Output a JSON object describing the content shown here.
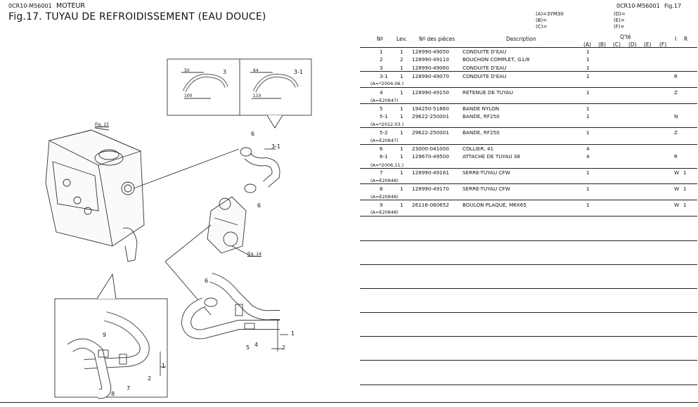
{
  "header": {
    "code_left": "0CR10-M56001",
    "section": "MOTEUR",
    "code_right": "0CR10-M56001",
    "fig_ref": "Fig.17",
    "title": "Fig.17.  TUYAU DE REFROIDISSEMENT (EAU DOUCE)"
  },
  "legend": {
    "a": "(A)=3YM30",
    "b": "(B)=",
    "c": "(C)=",
    "d": "(D)=",
    "e": "(E)=",
    "f": "(F)="
  },
  "columns": {
    "no": "Nº",
    "lev": "Lev.",
    "part_no": "Nº des pièces",
    "description": "Description",
    "qty": "Q'té",
    "a": "(A)",
    "b": "(B)",
    "c": "(C)",
    "d": "(D)",
    "e": "(E)",
    "f": "(F)",
    "i": "I",
    "r": "R"
  },
  "rows": [
    {
      "no": "1",
      "lev": "1",
      "part": "128990-49050",
      "desc": "CONDUITE D'EAU",
      "qa": "1",
      "i": "",
      "r": ""
    },
    {
      "no": "2",
      "lev": "2",
      "part": "128990-49110",
      "desc": "BOUCHON COMPLET, G1/8",
      "qa": "1",
      "i": "",
      "r": ""
    },
    {
      "no": "3",
      "lev": "1",
      "part": "128990-49060",
      "desc": "CONDUITE D'EAU",
      "qa": "1",
      "i": "",
      "r": ""
    },
    {
      "no": "3-1",
      "lev": "1",
      "part": "128990-49070",
      "desc": "CONDUITE D'EAU",
      "qa": "1",
      "i": "R",
      "r": ""
    },
    {
      "no": "4",
      "lev": "1",
      "part": "128990-49150",
      "desc": "RETENUE DE TUYAU",
      "qa": "1",
      "i": "Z",
      "r": ""
    },
    {
      "no": "5",
      "lev": "1",
      "part": "194250-51660",
      "desc": "BANDE NYLON",
      "qa": "1",
      "i": "",
      "r": ""
    },
    {
      "no": "5-1",
      "lev": "1",
      "part": "29622-250001",
      "desc": "BANDE, RF250",
      "qa": "1",
      "i": "N",
      "r": ""
    },
    {
      "no": "5-2",
      "lev": "1",
      "part": "29622-250001",
      "desc": "BANDE, RF250",
      "qa": "1",
      "i": "Z",
      "r": ""
    },
    {
      "no": "6",
      "lev": "1",
      "part": "23000-041000",
      "desc": "COLLIER, 41",
      "qa": "4",
      "i": "",
      "r": ""
    },
    {
      "no": "6-1",
      "lev": "1",
      "part": "129670-49500",
      "desc": "ATTACHE DE TUYAU 38",
      "qa": "4",
      "i": "R",
      "r": ""
    },
    {
      "no": "7",
      "lev": "1",
      "part": "128990-49161",
      "desc": "SERRE-TUYAU CFW",
      "qa": "1",
      "i": "W",
      "r": "1"
    },
    {
      "no": "8",
      "lev": "1",
      "part": "128990-49170",
      "desc": "SERRE-TUYAU CFW",
      "qa": "1",
      "i": "W",
      "r": "1"
    },
    {
      "no": "9",
      "lev": "1",
      "part": "26116-060652",
      "desc": "BOULON PLAQUÉ, M6X65",
      "qa": "1",
      "i": "W",
      "r": "1"
    }
  ],
  "notes": {
    "n31": "(A=*2004.06.)",
    "n4": "(A=E20847)",
    "n51": "(A=*2012.03.)",
    "n52": "(A=E20847)",
    "n61": "(A=*2006.11.)",
    "n7": "(A=E20848)",
    "n8": "(A=E20848)",
    "n9": "(A=E20848)"
  },
  "diagram": {
    "fig15": "Fig. 15",
    "fig14": "Fig. 14",
    "callouts": [
      "1",
      "2",
      "3",
      "3-1",
      "4",
      "5",
      "6",
      "6",
      "6",
      "7",
      "8",
      "9",
      "1",
      "2"
    ],
    "dims": [
      "50",
      "100",
      "64",
      "110"
    ]
  }
}
